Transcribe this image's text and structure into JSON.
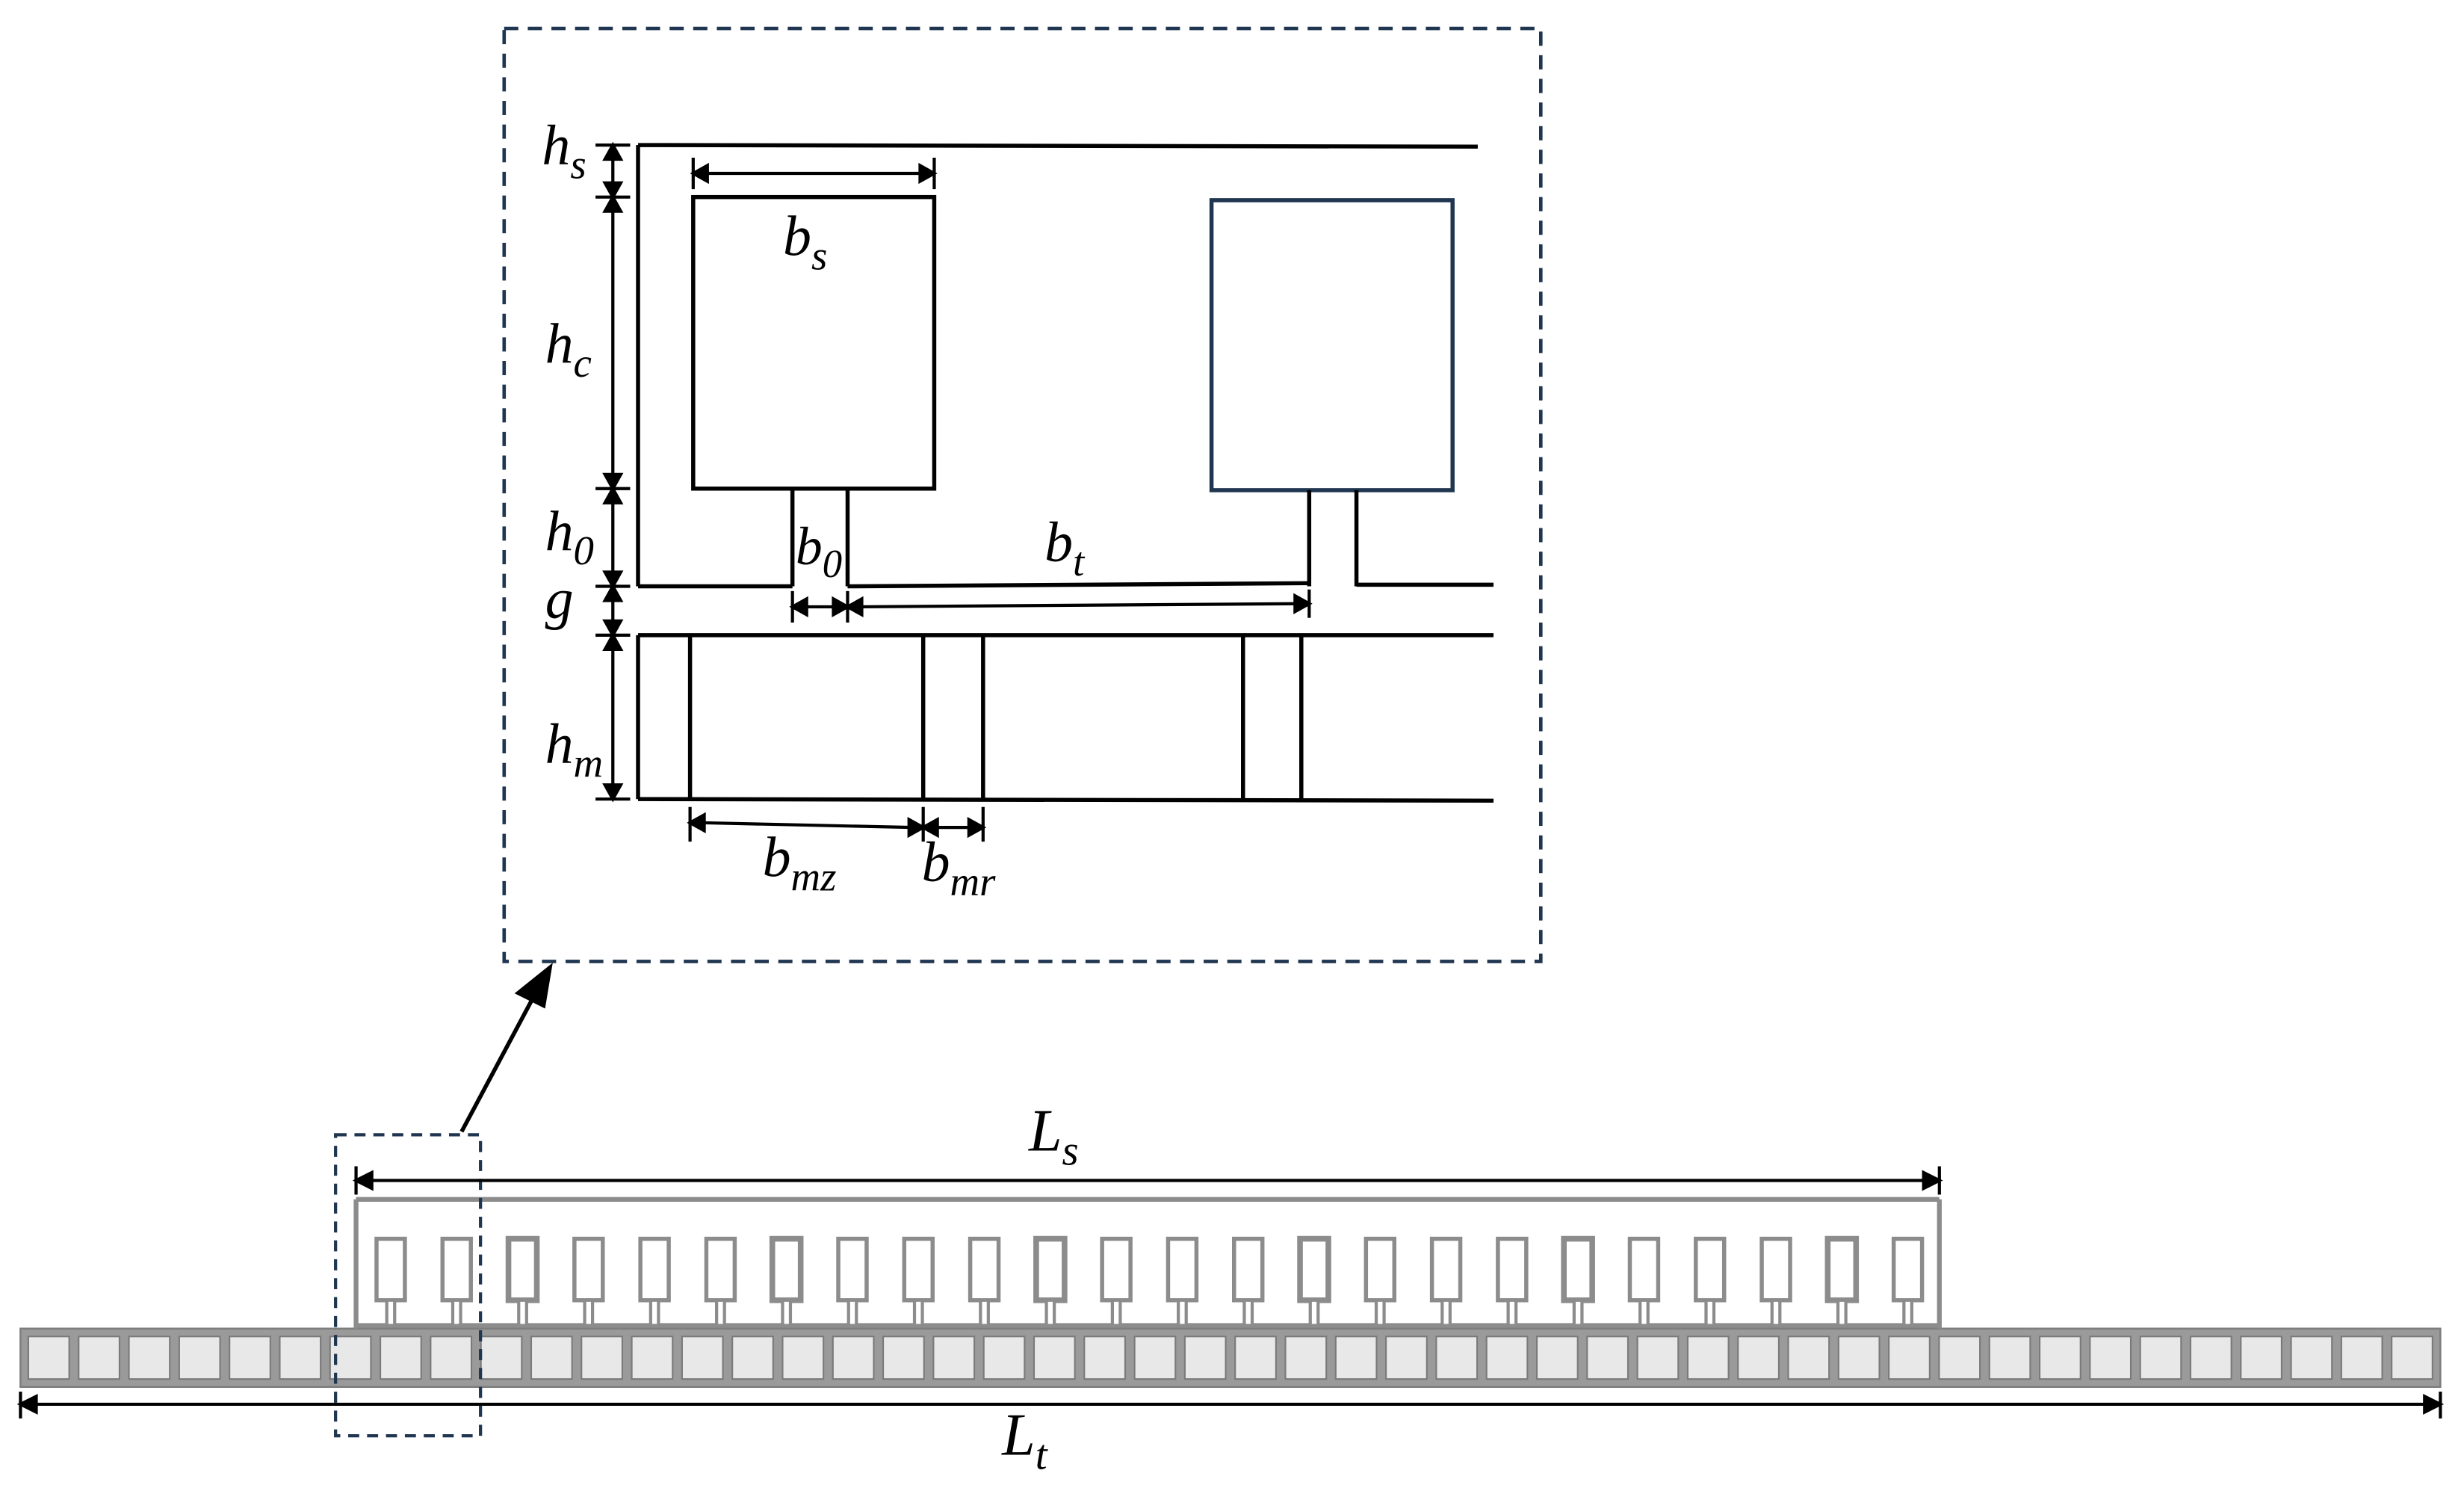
{
  "labels": {
    "hs": {
      "main": "h",
      "sub": "s"
    },
    "hc": {
      "main": "h",
      "sub": "c"
    },
    "h0": {
      "main": "h",
      "sub": "0"
    },
    "g": {
      "main": "g"
    },
    "hm": {
      "main": "h",
      "sub": "m"
    },
    "bs": {
      "main": "b",
      "sub": "s"
    },
    "b0": {
      "main": "b",
      "sub": "0"
    },
    "bt": {
      "main": "b",
      "sub": "t"
    },
    "bmz": {
      "main": "b",
      "sub": "mz"
    },
    "bmr": {
      "main": "b",
      "sub": "mr"
    },
    "Ls": {
      "main": "L",
      "sub": "s"
    },
    "Lt": {
      "main": "L",
      "sub": "t"
    }
  },
  "colors": {
    "line": "#000000",
    "dashed_box": "#1f3550",
    "slot_outline_right": "#1f3550",
    "machine_gray": "#8c8c8c",
    "magnet_fill": "#e8e8e8"
  },
  "machine": {
    "primary_slot_count": 24,
    "secondary_magnet_count": 48
  }
}
